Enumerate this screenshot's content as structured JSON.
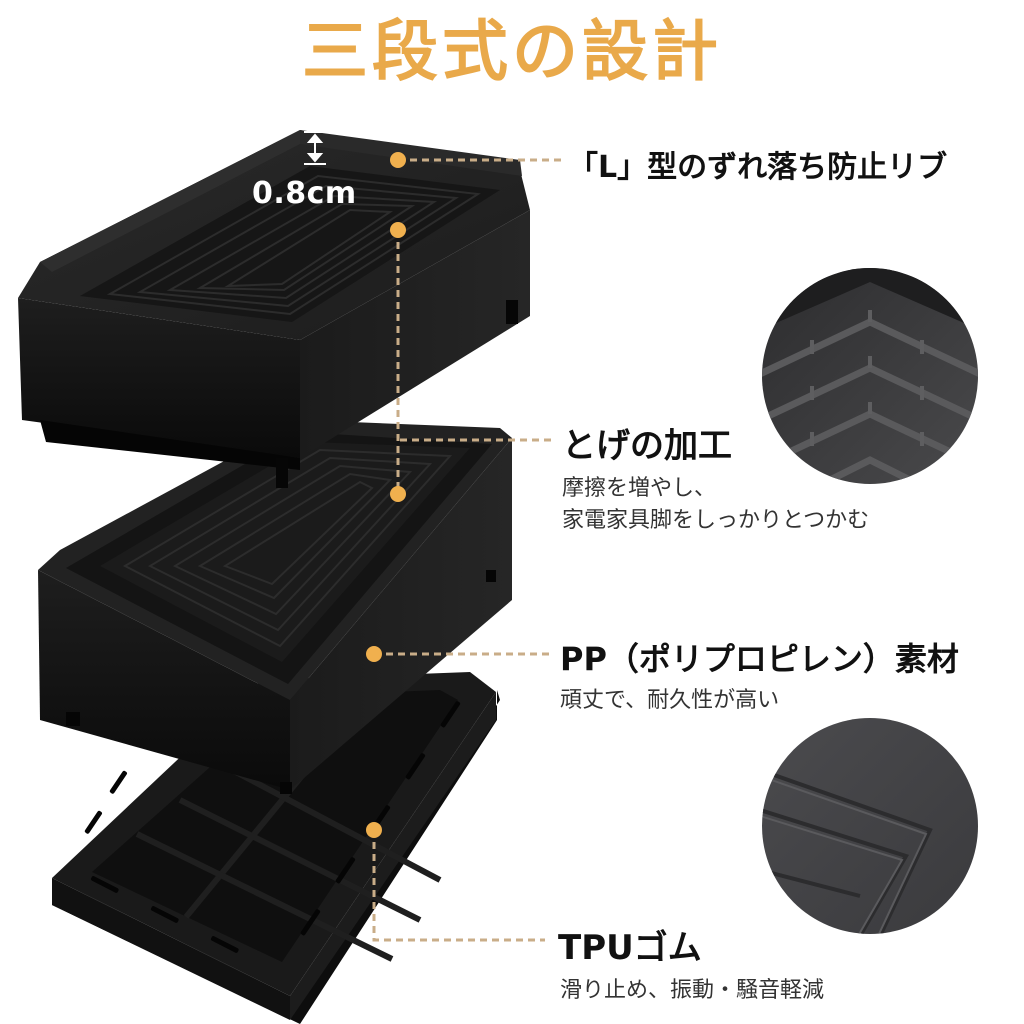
{
  "title": "三段式の設計",
  "dimension": {
    "value": "0.8cm",
    "icon": "double-arrow-vertical"
  },
  "callouts": [
    {
      "id": "lip",
      "title": "「L」型のずれ落ち防止リブ",
      "subtitle": []
    },
    {
      "id": "texture",
      "title": "とげの加工",
      "subtitle": [
        "摩擦を増やし、",
        "家電家具脚をしっかりとつかむ"
      ]
    },
    {
      "id": "material",
      "title": "PP（ポリプロピレン）素材",
      "subtitle": [
        "頑丈で、耐久性が高い"
      ]
    },
    {
      "id": "rubber",
      "title": "TPUゴム",
      "subtitle": [
        "滑り止め、振動・騒音軽減"
      ]
    }
  ],
  "detail_images": [
    {
      "name": "ridged-texture-closeup"
    },
    {
      "name": "tpu-surface-closeup"
    }
  ],
  "colors": {
    "accent": "#e9a94a",
    "dot": "#f0b04e",
    "leader_line": "#c9ad88",
    "product": "#1a1a1a",
    "text": "#111111"
  }
}
